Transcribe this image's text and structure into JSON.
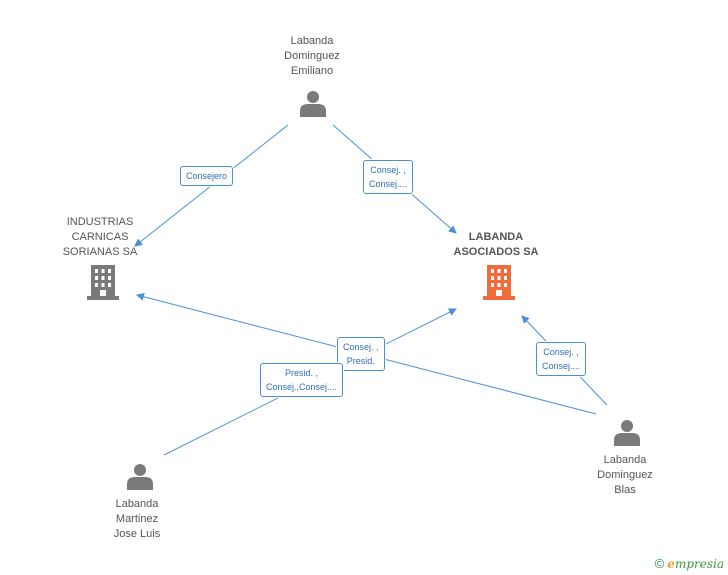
{
  "nodes": {
    "emiliano": {
      "lines": [
        "Labanda",
        "Dominguez",
        "Emiliano"
      ],
      "kind": "person"
    },
    "industrias": {
      "lines": [
        "INDUSTRIAS",
        "CARNICAS",
        "SORIANAS SA"
      ],
      "kind": "company"
    },
    "labanda_sa": {
      "lines": [
        "LABANDA",
        "ASOCIADOS SA"
      ],
      "kind": "company-focus"
    },
    "jose_luis": {
      "lines": [
        "Labanda",
        "Martinez",
        "Jose Luis"
      ],
      "kind": "person"
    },
    "blas": {
      "lines": [
        "Labanda",
        "Dominguez",
        "Blas"
      ],
      "kind": "person"
    }
  },
  "edges": {
    "consejero": {
      "lines": [
        "Consejero"
      ]
    },
    "emiliano_sa": {
      "lines": [
        "Consej. ,",
        "Consej...."
      ]
    },
    "blas_sa": {
      "lines": [
        "Consej. ,",
        "Consej...."
      ]
    },
    "blas_industrias": {
      "lines": [
        "Consej. ,",
        "Presid."
      ]
    },
    "jose_sa": {
      "lines": [
        "Presid. ,",
        "Consej.,Consej...."
      ]
    }
  },
  "colors": {
    "edge": "#4a90d9",
    "person_icon": "#7a7a7a",
    "company_icon": "#7a7a7a",
    "focus_company_icon": "#f26b3a"
  },
  "brand": {
    "copyright": "©",
    "name_e": "e",
    "name_rest": "mpresia"
  }
}
